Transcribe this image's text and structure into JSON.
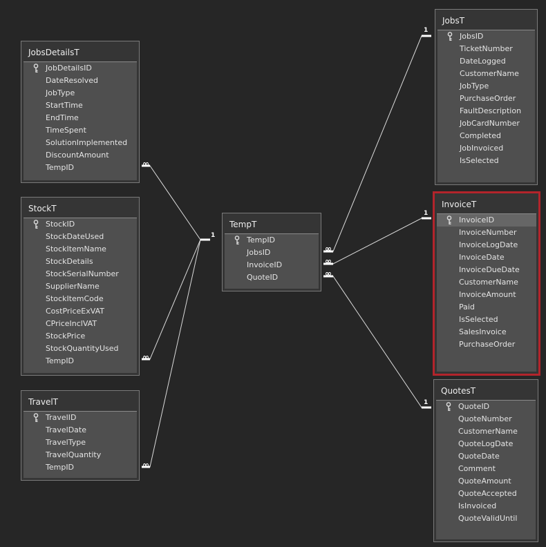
{
  "tables": [
    {
      "id": "jobsdetails",
      "title": "JobsDetailsT",
      "fields": [
        "JobDetailsID",
        "DateResolved",
        "JobType",
        "StartTime",
        "EndTime",
        "TimeSpent",
        "SolutionImplemented",
        "DiscountAmount",
        "TempID"
      ],
      "key_index": 0
    },
    {
      "id": "stock",
      "title": "StockT",
      "fields": [
        "StockID",
        "StockDateUsed",
        "StockItemName",
        "StockDetails",
        "StockSerialNumber",
        "SupplierName",
        "StockItemCode",
        "CostPriceExVAT",
        "CPriceInclVAT",
        "StockPrice",
        "StockQuantityUsed",
        "TempID"
      ],
      "key_index": 0
    },
    {
      "id": "travel",
      "title": "TravelT",
      "fields": [
        "TravelID",
        "TravelDate",
        "TravelType",
        "TravelQuantity",
        "TempID"
      ],
      "key_index": 0
    },
    {
      "id": "temp",
      "title": "TempT",
      "fields": [
        "TempID",
        "JobsID",
        "InvoiceID",
        "QuoteID"
      ],
      "key_index": 0
    },
    {
      "id": "jobs",
      "title": "JobsT",
      "fields": [
        "JobsID",
        "TicketNumber",
        "DateLogged",
        "CustomerName",
        "JobType",
        "PurchaseOrder",
        "FaultDescription",
        "JobCardNumber",
        "Completed",
        "JobInvoiced",
        "IsSelected"
      ],
      "key_index": 0
    },
    {
      "id": "invoice",
      "title": "InvoiceT",
      "fields": [
        "InvoiceID",
        "InvoiceNumber",
        "InvoiceLogDate",
        "InvoiceDate",
        "InvoiceDueDate",
        "CustomerName",
        "InvoiceAmount",
        "Paid",
        "IsSelected",
        "SalesInvoice",
        "PurchaseOrder"
      ],
      "key_index": 0,
      "selected": true,
      "highlighted_index": 0
    },
    {
      "id": "quotes",
      "title": "QuotesT",
      "fields": [
        "QuoteID",
        "QuoteNumber",
        "CustomerName",
        "QuoteLogDate",
        "QuoteDate",
        "Comment",
        "QuoteAmount",
        "QuoteAccepted",
        "IsInvoiced",
        "QuoteValidUntil"
      ],
      "key_index": 0
    }
  ],
  "relationships": [
    {
      "from": "jobsdetails",
      "to": "temp",
      "from_card": "∞",
      "to_card": "1"
    },
    {
      "from": "stock",
      "to": "temp",
      "from_card": "∞",
      "to_card": "1"
    },
    {
      "from": "travel",
      "to": "temp",
      "from_card": "∞",
      "to_card": "1"
    },
    {
      "from": "temp",
      "to": "jobs",
      "from_card": "∞",
      "to_card": "1"
    },
    {
      "from": "temp",
      "to": "invoice",
      "from_card": "∞",
      "to_card": "1"
    },
    {
      "from": "temp",
      "to": "quotes",
      "from_card": "∞",
      "to_card": "1"
    }
  ],
  "colors": {
    "background": "#262626",
    "table_border": "#7b7b7b",
    "selected_border": "#b3242b",
    "line": "#dcdcdc"
  }
}
